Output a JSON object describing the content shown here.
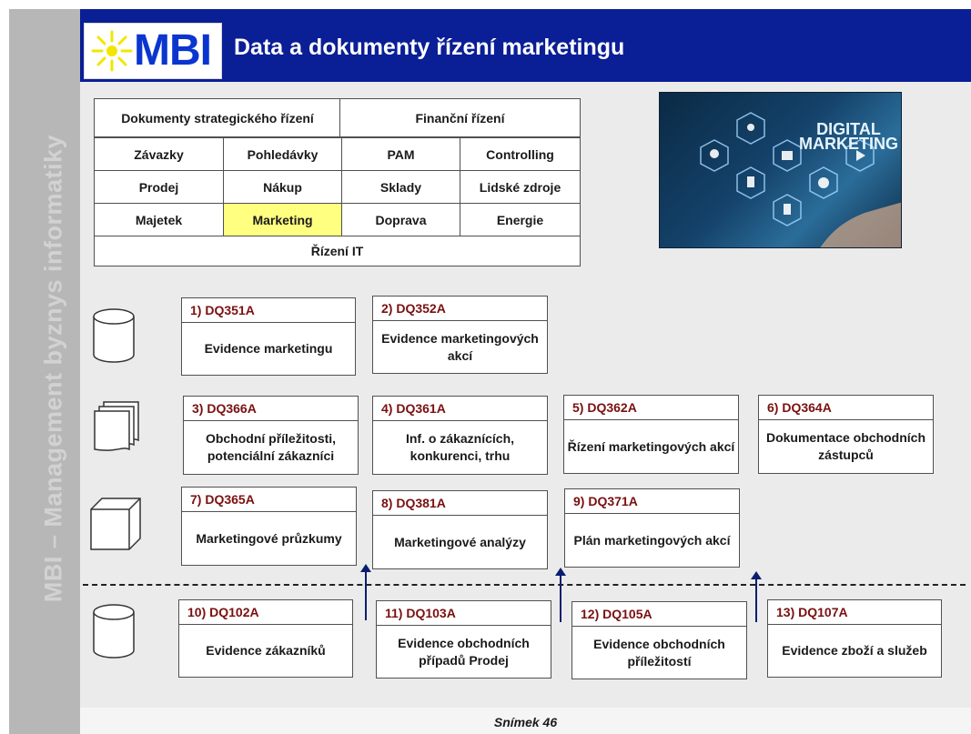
{
  "header": {
    "logo_text": "MBI",
    "title": "Data a dokumenty řízení marketingu"
  },
  "sidebar": {
    "text": "MBI – Management byznys informatiky"
  },
  "grid": {
    "top_left": "Dokumenty strategického řízení",
    "top_right": "Finanční řízení",
    "rows": [
      [
        "Závazky",
        "Pohledávky",
        "PAM",
        "Controlling"
      ],
      [
        "Prodej",
        "Nákup",
        "Sklady",
        "Lidské zdroje"
      ],
      [
        "Majetek",
        "Marketing",
        "Doprava",
        "Energie"
      ]
    ],
    "bottom": "Řízení IT"
  },
  "image": {
    "title": "DIGITAL MARKETING"
  },
  "boxes": [
    {
      "code": "1) DQ351A",
      "desc": "Evidence marketingu"
    },
    {
      "code": "2) DQ352A",
      "desc": "Evidence marketingových akcí"
    },
    {
      "code": "3) DQ366A",
      "desc": "Obchodní příležitosti, potenciální zákazníci"
    },
    {
      "code": "4) DQ361A",
      "desc": "Inf. o zákaznících, konkurenci, trhu"
    },
    {
      "code": "5) DQ362A",
      "desc": "Řízení marketingových akcí"
    },
    {
      "code": "6) DQ364A",
      "desc": "Dokumentace obchodních zástupců"
    },
    {
      "code": "7) DQ365A",
      "desc": "Marketingové průzkumy"
    },
    {
      "code": "8) DQ381A",
      "desc": "Marketingové analýzy"
    },
    {
      "code": "9) DQ371A",
      "desc": "Plán marketingových akcí"
    },
    {
      "code": "10) DQ102A",
      "desc": "Evidence zákazníků"
    },
    {
      "code": "11) DQ103A",
      "desc": "Evidence obchodních případů Prodej"
    },
    {
      "code": "12) DQ105A",
      "desc": "Evidence obchodních příležitostí"
    },
    {
      "code": "13) DQ107A",
      "desc": "Evidence zboží a služeb"
    }
  ],
  "footer": {
    "slide": "Snímek  46"
  },
  "icons": [
    "database-icon",
    "documents-icon",
    "cube-icon",
    "database-icon"
  ],
  "colors": {
    "header": "#0a1e96",
    "highlight": "#ffff80",
    "code": "#7a1010"
  }
}
